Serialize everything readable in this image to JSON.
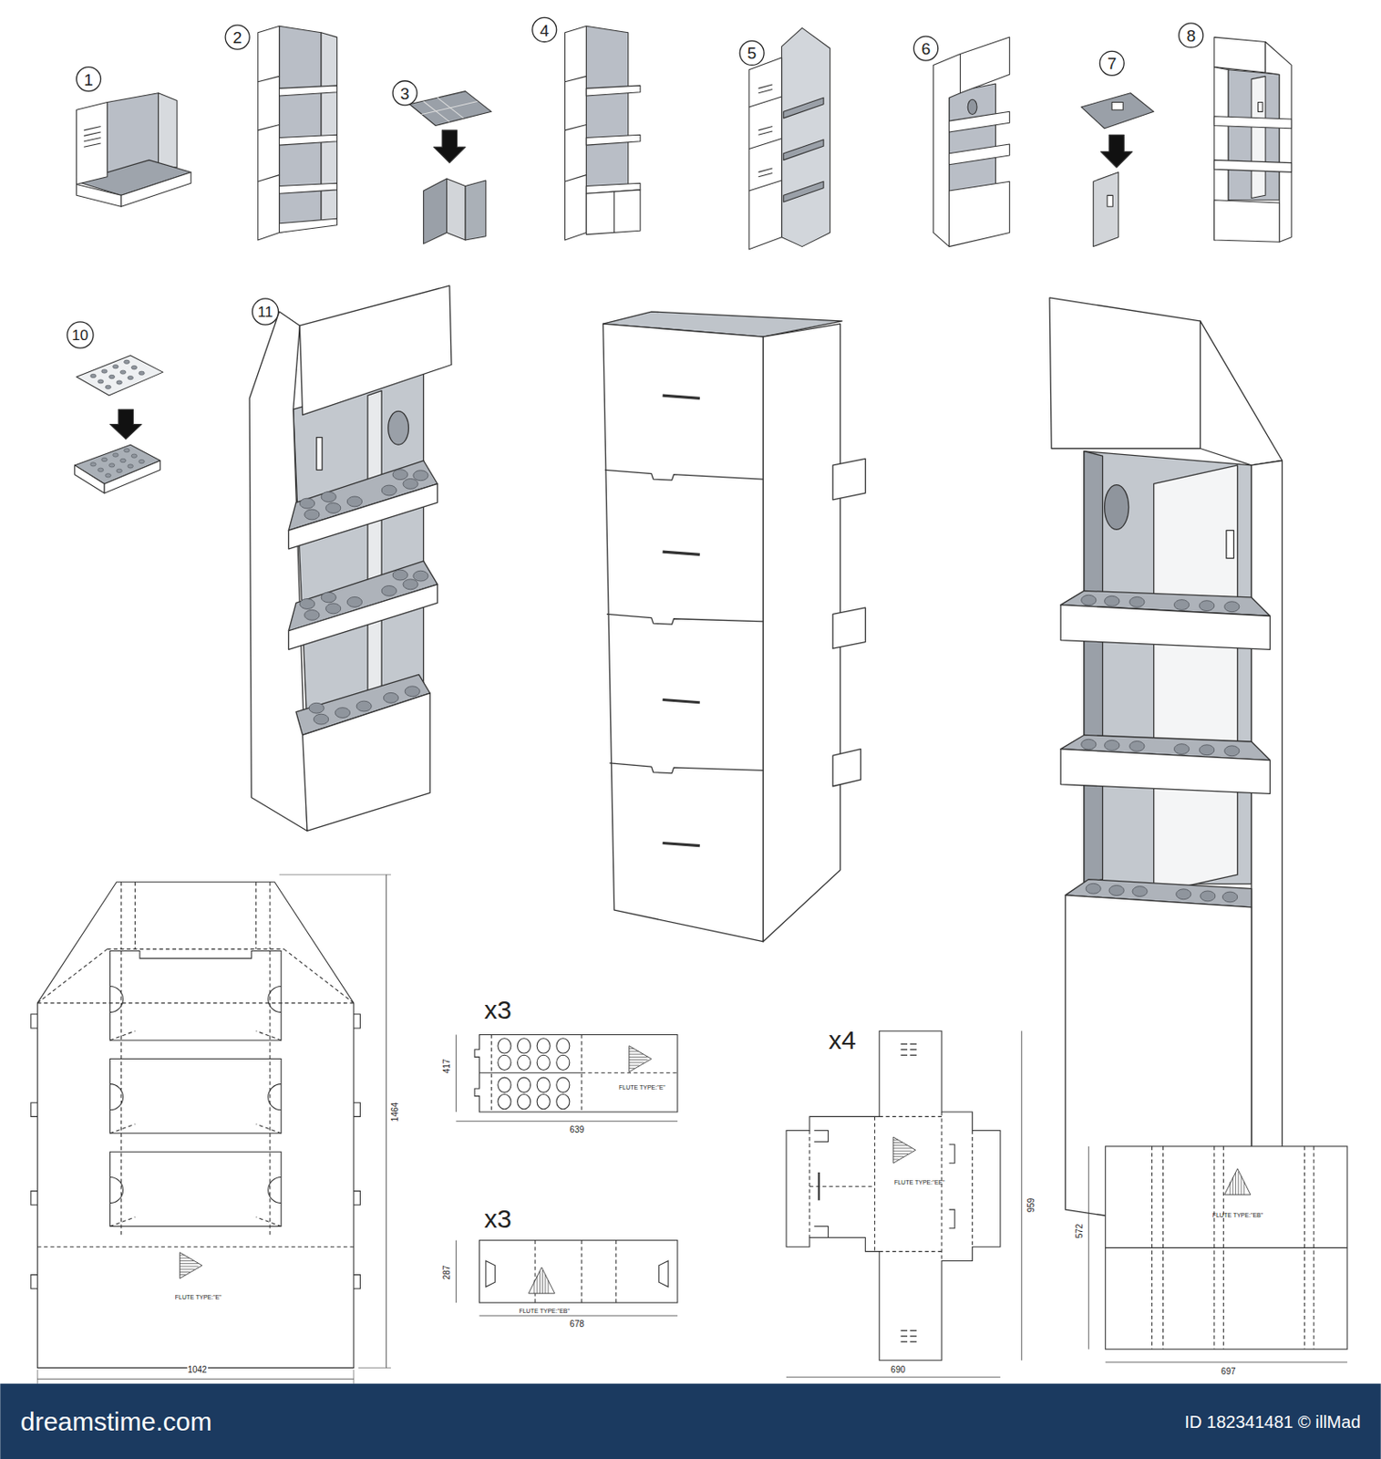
{
  "diagram": {
    "labels": [
      "1",
      "2",
      "3",
      "4",
      "5",
      "6",
      "7",
      "8",
      "10",
      "11",
      "x3",
      "x3",
      "x4",
      "1464",
      "1042",
      "FLUTE TYPE:\"E\"",
      "417",
      "639",
      "FLUTE TYPE:\"E\"",
      "287",
      "678",
      "FLUTE TYPE:\"EB\"",
      "959",
      "690",
      "FLUTE TYPE:\"EE\"",
      "572",
      "697",
      "FLUTE TYPE:\"EB\"",
      "dreamstime.com",
      "ID 182341481 © illMad"
    ]
  }
}
